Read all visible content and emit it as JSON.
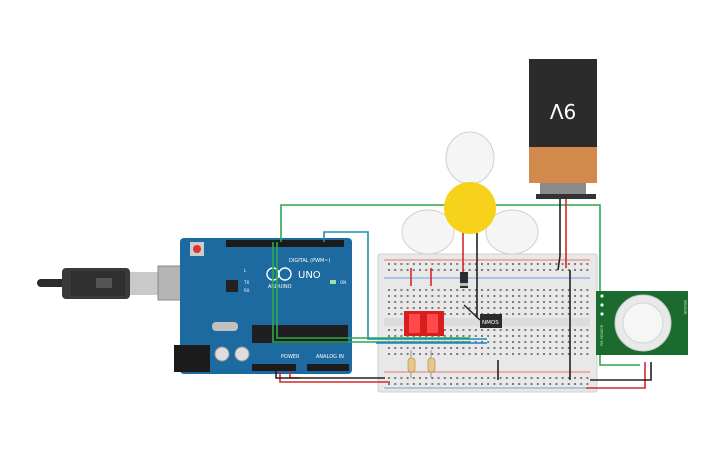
{
  "battery": {
    "label": "9V"
  },
  "arduino": {
    "brand": "UNO",
    "logo_text": "ARDUINO",
    "digital_label": "DIGITAL (PWM~)",
    "power_label": "POWER",
    "analog_label": "ANALOG IN",
    "led_l": "L",
    "led_tx": "TX",
    "led_rx": "RX",
    "on_label": "ON"
  },
  "transistor": {
    "label": "NMOS"
  },
  "pir_sensor": {
    "left_text": "PIR SENSOR",
    "right_text": "SENSOR"
  },
  "colors": {
    "wire_green": "#2fa84a",
    "wire_red": "#d62828",
    "wire_black": "#222222",
    "wire_blue": "#1e7fd0",
    "arduino_blue": "#1c6aa0",
    "breadboard": "#e8e8e8",
    "fan_hub": "#f7d21b",
    "battery_copper": "#d28a4c",
    "battery_black": "#2b2b2b",
    "pir_green": "#1c6b2e",
    "dip_red": "#d81e1e"
  }
}
